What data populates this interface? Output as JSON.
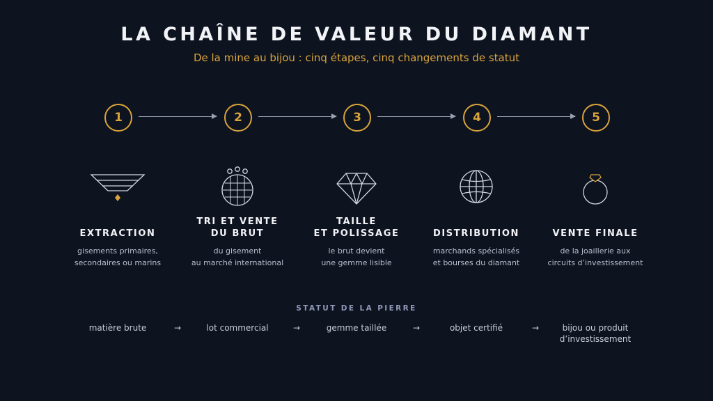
{
  "title": "LA CHAÎNE DE VALEUR DU DIAMANT",
  "subtitle": "De la mine au bijou : cinq étapes, cinq changements de statut",
  "colors": {
    "background": "#0e1320",
    "accent": "#d9a43a",
    "line": "#9aa1b2",
    "text": "#f2f3f6",
    "muted": "#b9bfcc"
  },
  "steps": [
    {
      "number": "1",
      "title_lines": [
        "EXTRACTION"
      ],
      "desc_lines": [
        "gisements primaires,",
        "secondaires ou marins"
      ],
      "icon": "funnel-icon"
    },
    {
      "number": "2",
      "title_lines": [
        "TRI ET VENTE",
        "DU BRUT"
      ],
      "desc_lines": [
        "du gisement",
        "au marché international"
      ],
      "icon": "sieve-icon"
    },
    {
      "number": "3",
      "title_lines": [
        "TAILLE",
        "ET POLISSAGE"
      ],
      "desc_lines": [
        "le brut devient",
        "une gemme lisible"
      ],
      "icon": "diamond-icon"
    },
    {
      "number": "4",
      "title_lines": [
        "DISTRIBUTION"
      ],
      "desc_lines": [
        "marchands spécialisés",
        "et bourses du diamant"
      ],
      "icon": "globe-icon"
    },
    {
      "number": "5",
      "title_lines": [
        "VENTE FINALE"
      ],
      "desc_lines": [
        "de la joaillerie aux",
        "circuits d’investissement"
      ],
      "icon": "ring-icon"
    }
  ],
  "statut": {
    "header": "STATUT DE LA PIERRE",
    "arrow": "→",
    "items": [
      [
        "matière brute"
      ],
      [
        "lot commercial"
      ],
      [
        "gemme taillée"
      ],
      [
        "objet certifié"
      ],
      [
        "bijou ou produit",
        "d’investissement"
      ]
    ]
  }
}
